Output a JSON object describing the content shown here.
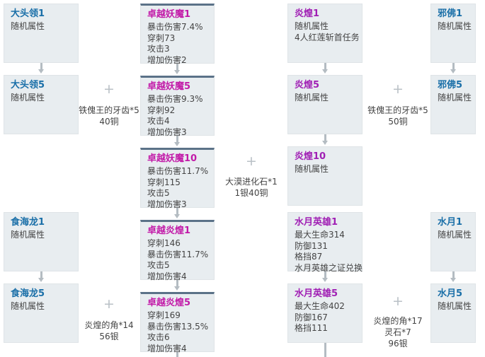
{
  "page": {
    "title": "装备进化路线图",
    "bg_color": "#ffffff",
    "card_bg": "#e8edf0",
    "card_border": "#dfe4e7",
    "topbar_color": "#5b7288",
    "arrow_color": "#b4bcc2",
    "plus_color": "#b9c0c6",
    "title_blue": "#1a6fa8",
    "title_purple": "#a01fb4",
    "title_magenta": "#c21aa8"
  },
  "columns": [
    {
      "id": "column-1",
      "cards": [
        {
          "id": "card-datouling-1",
          "title": "大头领1",
          "title_color": "blue",
          "topbar": false,
          "lines": [
            "随机属性"
          ]
        },
        {
          "id": "card-datouling-5",
          "title": "大头领5",
          "title_color": "blue",
          "topbar": false,
          "lines": [
            "随机属性"
          ]
        },
        {
          "id": "card-shihailong-1",
          "title": "食海龙1",
          "title_color": "blue",
          "topbar": false,
          "lines": [
            "随机属性"
          ]
        },
        {
          "id": "card-shihailong-5",
          "title": "食海龙5",
          "title_color": "blue",
          "topbar": false,
          "lines": [
            "随机属性"
          ]
        }
      ]
    },
    {
      "id": "column-2",
      "cards": [
        {
          "id": "card-zhuoyue-yaomo-1",
          "title": "卓越妖魔1",
          "title_color": "magenta",
          "topbar": true,
          "lines": [
            "暴击伤害7.4%",
            "穿刺73",
            "攻击3",
            "增加伤害2"
          ]
        },
        {
          "id": "card-zhuoyue-yaomo-5",
          "title": "卓越妖魔5",
          "title_color": "magenta",
          "topbar": true,
          "lines": [
            "暴击伤害9.3%",
            "穿刺92",
            "攻击4",
            "增加伤害3"
          ]
        },
        {
          "id": "card-zhuoyue-yaomo-10",
          "title": "卓越妖魔10",
          "title_color": "magenta",
          "topbar": true,
          "lines": [
            "暴击伤害11.7%",
            "穿刺115",
            "攻击5",
            "增加伤害3"
          ]
        },
        {
          "id": "card-zhuoyue-yanhuang-1",
          "title": "卓越炎煌1",
          "title_color": "magenta",
          "topbar": true,
          "lines": [
            "穿刺146",
            "暴击伤害11.7%",
            "攻击5",
            "增加伤害4"
          ]
        },
        {
          "id": "card-zhuoyue-yanhuang-5",
          "title": "卓越炎煌5",
          "title_color": "magenta",
          "topbar": true,
          "lines": [
            "穿刺169",
            "暴击伤害13.5%",
            "攻击6",
            "增加伤害4"
          ]
        }
      ]
    },
    {
      "id": "column-3",
      "cards": [
        {
          "id": "card-yanhuang-1",
          "title": "炎煌1",
          "title_color": "purple",
          "topbar": false,
          "lines": [
            "随机属性",
            "4人红莲斩首任务"
          ]
        },
        {
          "id": "card-yanhuang-5",
          "title": "炎煌5",
          "title_color": "purple",
          "topbar": false,
          "lines": [
            "随机属性"
          ]
        },
        {
          "id": "card-yanhuang-10",
          "title": "炎煌10",
          "title_color": "purple",
          "topbar": false,
          "lines": [
            "随机属性"
          ]
        },
        {
          "id": "card-shuiyue-yingxiong-1",
          "title": "水月英雄1",
          "title_color": "purple",
          "topbar": false,
          "lines": [
            "最大生命314",
            "防御131",
            "格挡87",
            "水月英雄之证兑换"
          ]
        },
        {
          "id": "card-shuiyue-yingxiong-5",
          "title": "水月英雄5",
          "title_color": "purple",
          "topbar": false,
          "lines": [
            "最大生命402",
            "防御167",
            "格挡111"
          ]
        }
      ]
    },
    {
      "id": "column-4",
      "cards": [
        {
          "id": "card-xiefo-1",
          "title": "邪佛1",
          "title_color": "blue",
          "topbar": false,
          "lines": [
            "随机属性"
          ]
        },
        {
          "id": "card-xiefo-5",
          "title": "邪佛5",
          "title_color": "blue",
          "topbar": false,
          "lines": [
            "随机属性"
          ]
        },
        {
          "id": "card-shuiyue-1",
          "title": "水月1",
          "title_color": "blue",
          "topbar": false,
          "lines": [
            "随机属性"
          ]
        },
        {
          "id": "card-shuiyue-5",
          "title": "水月5",
          "title_color": "blue",
          "topbar": false,
          "lines": [
            "随机属性"
          ]
        }
      ]
    }
  ],
  "materials": [
    {
      "id": "material-1",
      "plus": "+",
      "lines": [
        "铁傀王的牙齿*5",
        "40铜"
      ]
    },
    {
      "id": "material-2",
      "plus": "+",
      "lines": [
        "大漠进化石*1",
        "1银40铜"
      ]
    },
    {
      "id": "material-3",
      "plus": "+",
      "lines": [
        "铁傀王的牙齿*5",
        "50铜"
      ]
    },
    {
      "id": "material-4",
      "plus": "+",
      "lines": [
        "炎煌的角*14",
        "56银"
      ]
    },
    {
      "id": "material-5",
      "plus": "+",
      "lines": [
        "炎煌的角*17",
        "灵石*7",
        "96银"
      ]
    }
  ],
  "labels": {
    "col1_c1_title": "大头领1",
    "col1_c1_l1": "随机属性",
    "col1_c2_title": "大头领5",
    "col1_c2_l1": "随机属性",
    "col1_c3_title": "食海龙1",
    "col1_c3_l1": "随机属性",
    "col1_c4_title": "食海龙5",
    "col1_c4_l1": "随机属性",
    "col2_c1_title": "卓越妖魔1",
    "col2_c1_l1": "暴击伤害7.4%",
    "col2_c1_l2": "穿刺73",
    "col2_c1_l3": "攻击3",
    "col2_c1_l4": "增加伤害2",
    "col2_c2_title": "卓越妖魔5",
    "col2_c2_l1": "暴击伤害9.3%",
    "col2_c2_l2": "穿刺92",
    "col2_c2_l3": "攻击4",
    "col2_c2_l4": "增加伤害3",
    "col2_c3_title": "卓越妖魔10",
    "col2_c3_l1": "暴击伤害11.7%",
    "col2_c3_l2": "穿刺115",
    "col2_c3_l3": "攻击5",
    "col2_c3_l4": "增加伤害3",
    "col2_c4_title": "卓越炎煌1",
    "col2_c4_l1": "穿刺146",
    "col2_c4_l2": "暴击伤害11.7%",
    "col2_c4_l3": "攻击5",
    "col2_c4_l4": "增加伤害4",
    "col2_c5_title": "卓越炎煌5",
    "col2_c5_l1": "穿刺169",
    "col2_c5_l2": "暴击伤害13.5%",
    "col2_c5_l3": "攻击6",
    "col2_c5_l4": "增加伤害4",
    "col3_c1_title": "炎煌1",
    "col3_c1_l1": "随机属性",
    "col3_c1_l2": "4人红莲斩首任务",
    "col3_c2_title": "炎煌5",
    "col3_c2_l1": "随机属性",
    "col3_c3_title": "炎煌10",
    "col3_c3_l1": "随机属性",
    "col3_c4_title": "水月英雄1",
    "col3_c4_l1": "最大生命314",
    "col3_c4_l2": "防御131",
    "col3_c4_l3": "格挡87",
    "col3_c4_l4": "水月英雄之证兑换",
    "col3_c5_title": "水月英雄5",
    "col3_c5_l1": "最大生命402",
    "col3_c5_l2": "防御167",
    "col3_c5_l3": "格挡111",
    "col4_c1_title": "邪佛1",
    "col4_c1_l1": "随机属性",
    "col4_c2_title": "邪佛5",
    "col4_c2_l1": "随机属性",
    "col4_c3_title": "水月1",
    "col4_c3_l1": "随机属性",
    "col4_c4_title": "水月5",
    "col4_c4_l1": "随机属性",
    "mat1_plus": "+",
    "mat1_l1": "铁傀王的牙齿*5",
    "mat1_l2": "40铜",
    "mat2_plus": "+",
    "mat2_l1": "大漠进化石*1",
    "mat2_l2": "1银40铜",
    "mat3_plus": "+",
    "mat3_l1": "铁傀王的牙齿*5",
    "mat3_l2": "50铜",
    "mat4_plus": "+",
    "mat4_l1": "炎煌的角*14",
    "mat4_l2": "56银",
    "mat5_plus": "+",
    "mat5_l1": "炎煌的角*17",
    "mat5_l2": "灵石*7",
    "mat5_l3": "96银"
  }
}
